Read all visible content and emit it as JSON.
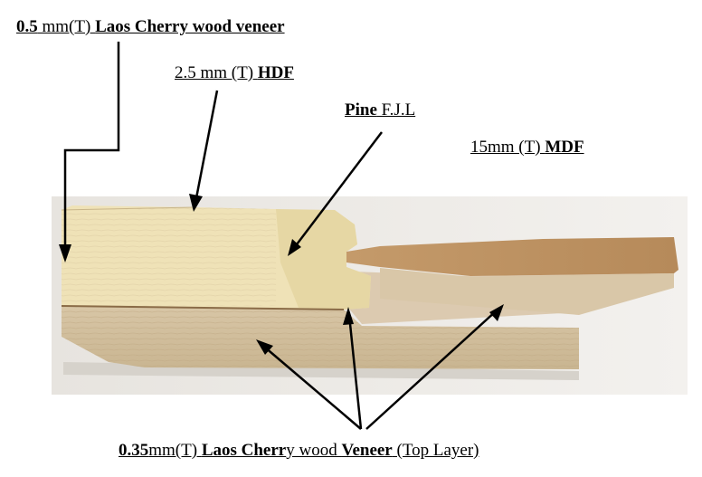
{
  "labels": {
    "top_veneer": {
      "t1": "0.5",
      "t2": " mm(T) ",
      "t3": "Laos Cherry wood veneer"
    },
    "hdf": {
      "t1": "2.5 mm (T) ",
      "t2": "HDF"
    },
    "pine": {
      "t1": "Pine",
      "t2": " F.J.L"
    },
    "mdf": {
      "t1": "15mm (T) ",
      "t2": "MDF"
    },
    "bottom_veneer": {
      "t1": "0.35",
      "t2": "mm(T) ",
      "t3": "Laos Cherr",
      "t4": "y wood ",
      "t5": "Veneer",
      "t6": " (Top Layer)"
    }
  }
}
